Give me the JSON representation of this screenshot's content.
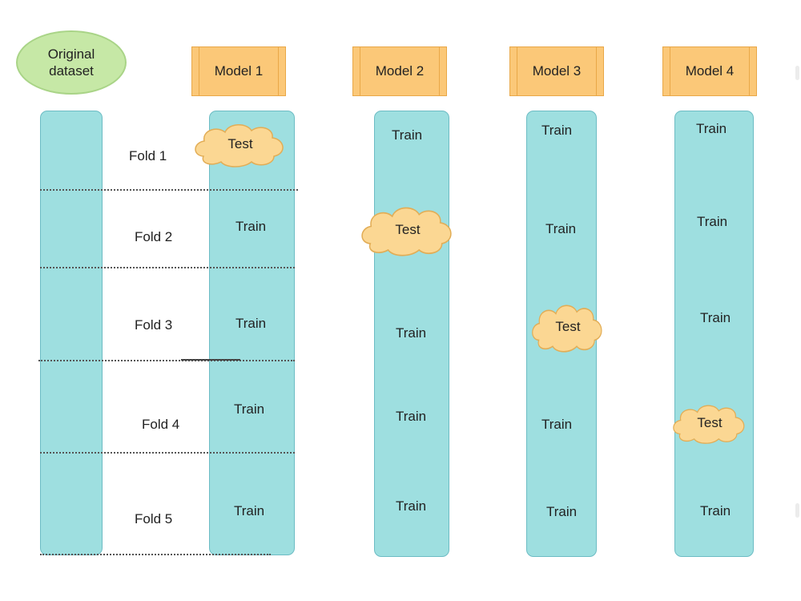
{
  "dataset": {
    "line1": "Original",
    "line2": "dataset"
  },
  "models": [
    {
      "label": "Model 1"
    },
    {
      "label": "Model 2"
    },
    {
      "label": "Model 3"
    },
    {
      "label": "Model 4"
    }
  ],
  "folds": [
    {
      "label": "Fold 1"
    },
    {
      "label": "Fold 2"
    },
    {
      "label": "Fold 3"
    },
    {
      "label": "Fold 4"
    },
    {
      "label": "Fold 5"
    }
  ],
  "train_label": "Train",
  "test_label": "Test",
  "grid": [
    [
      "Test",
      "Train",
      "Train",
      "Train",
      "Train"
    ],
    [
      "Train",
      "Test",
      "Train",
      "Train",
      "Train"
    ],
    [
      "Train",
      "Train",
      "Test",
      "Train",
      "Train"
    ],
    [
      "Train",
      "Train",
      "Train",
      "Test",
      "Train"
    ]
  ],
  "colors": {
    "dataset_fill": "#c6e8a6",
    "model_fill": "#fbc878",
    "column_fill": "#9edfe0",
    "cloud_fill": "#fbd793",
    "cloud_stroke": "#e2ad56"
  }
}
